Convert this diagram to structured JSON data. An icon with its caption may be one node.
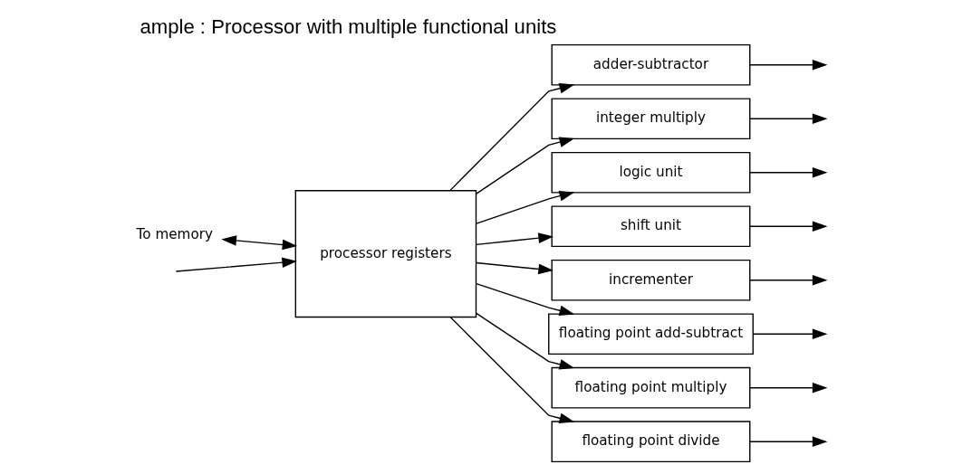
{
  "diagram": {
    "title": "ample : Processor with multiple functional units",
    "nodes": [
      {
        "text": [
          "To memory"
        ]
      },
      {
        "text": [
          "processor registers"
        ]
      },
      {
        "text": [
          "adder-subtractor"
        ]
      },
      {
        "text": [
          "integer multiply"
        ]
      },
      {
        "text": [
          "logic unit"
        ]
      },
      {
        "text": [
          "shift unit"
        ]
      },
      {
        "text": [
          "incrementer"
        ]
      },
      {
        "text": [
          "floating point add-subtract"
        ]
      },
      {
        "text": [
          "floating point multiply"
        ]
      },
      {
        "text": [
          "floating point divide"
        ]
      }
    ],
    "edges": [
      {
        "from": 0,
        "to": 1,
        "arrow": "both"
      },
      {
        "from": 1,
        "to": 2,
        "arrow": "to"
      },
      {
        "from": 1,
        "to": 3,
        "arrow": "to"
      },
      {
        "from": 1,
        "to": 4,
        "arrow": "to"
      },
      {
        "from": 1,
        "to": 5,
        "arrow": "to"
      },
      {
        "from": 1,
        "to": 6,
        "arrow": "to"
      },
      {
        "from": 1,
        "to": 7,
        "arrow": "to"
      },
      {
        "from": 1,
        "to": 8,
        "arrow": "to"
      },
      {
        "from": 1,
        "to": 9,
        "arrow": "to"
      },
      {
        "from": 2,
        "to": null,
        "arrow": "to"
      },
      {
        "from": 3,
        "to": null,
        "arrow": "to"
      },
      {
        "from": 4,
        "to": null,
        "arrow": "to"
      },
      {
        "from": 5,
        "to": null,
        "arrow": "to"
      },
      {
        "from": 6,
        "to": null,
        "arrow": "to"
      },
      {
        "from": 7,
        "to": null,
        "arrow": "to"
      },
      {
        "from": 8,
        "to": null,
        "arrow": "to"
      },
      {
        "from": 9,
        "to": null,
        "arrow": "to"
      },
      {
        "from": null,
        "to": 1,
        "arrow": "to"
      }
    ]
  }
}
